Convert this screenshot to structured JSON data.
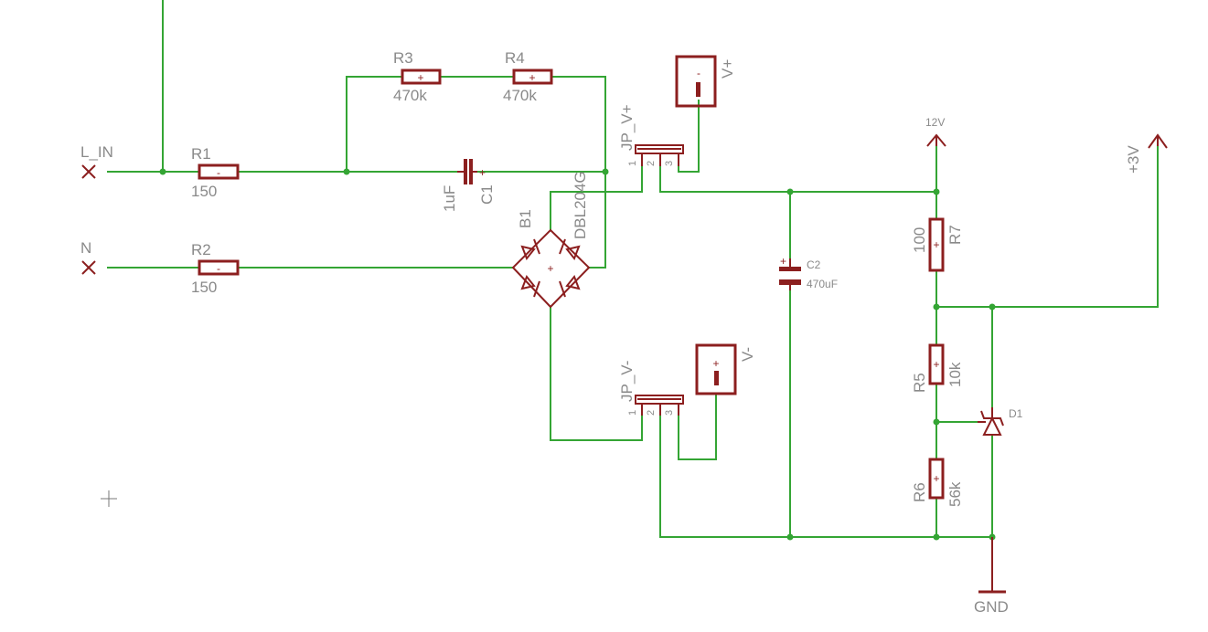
{
  "components": {
    "r1": {
      "name": "R1",
      "value": "150"
    },
    "r2": {
      "name": "R2",
      "value": "150"
    },
    "r3": {
      "name": "R3",
      "value": "470k"
    },
    "r4": {
      "name": "R4",
      "value": "470k"
    },
    "r5": {
      "name": "R5",
      "value": "10k"
    },
    "r6": {
      "name": "R6",
      "value": "56k"
    },
    "r7": {
      "name": "R7",
      "value": "100"
    },
    "c1": {
      "name": "C1",
      "value": "1uF"
    },
    "c2": {
      "name": "C2",
      "value": "470uF"
    },
    "b1": {
      "name": "B1",
      "value": "DBL204G"
    },
    "d1": {
      "name": "D1"
    },
    "jp_vplus": {
      "name": "JP_V+",
      "pins": [
        "1",
        "2",
        "3"
      ]
    },
    "jp_vminus": {
      "name": "JP_V-",
      "pins": [
        "1",
        "2",
        "3"
      ]
    },
    "v_plus": {
      "name": "V+",
      "mark": "-"
    },
    "v_minus": {
      "name": "V-",
      "mark": "+"
    }
  },
  "ports": {
    "l_in": "L_IN",
    "n": "N"
  },
  "supplies": {
    "v12": "12V",
    "v3": "+3V",
    "gnd": "GND"
  },
  "marks": {
    "minus": "-",
    "plus": "+"
  },
  "colors": {
    "wire": "#34a534",
    "part": "#8c1f1f",
    "text": "#8a8a8a",
    "background": "#ffffff"
  }
}
